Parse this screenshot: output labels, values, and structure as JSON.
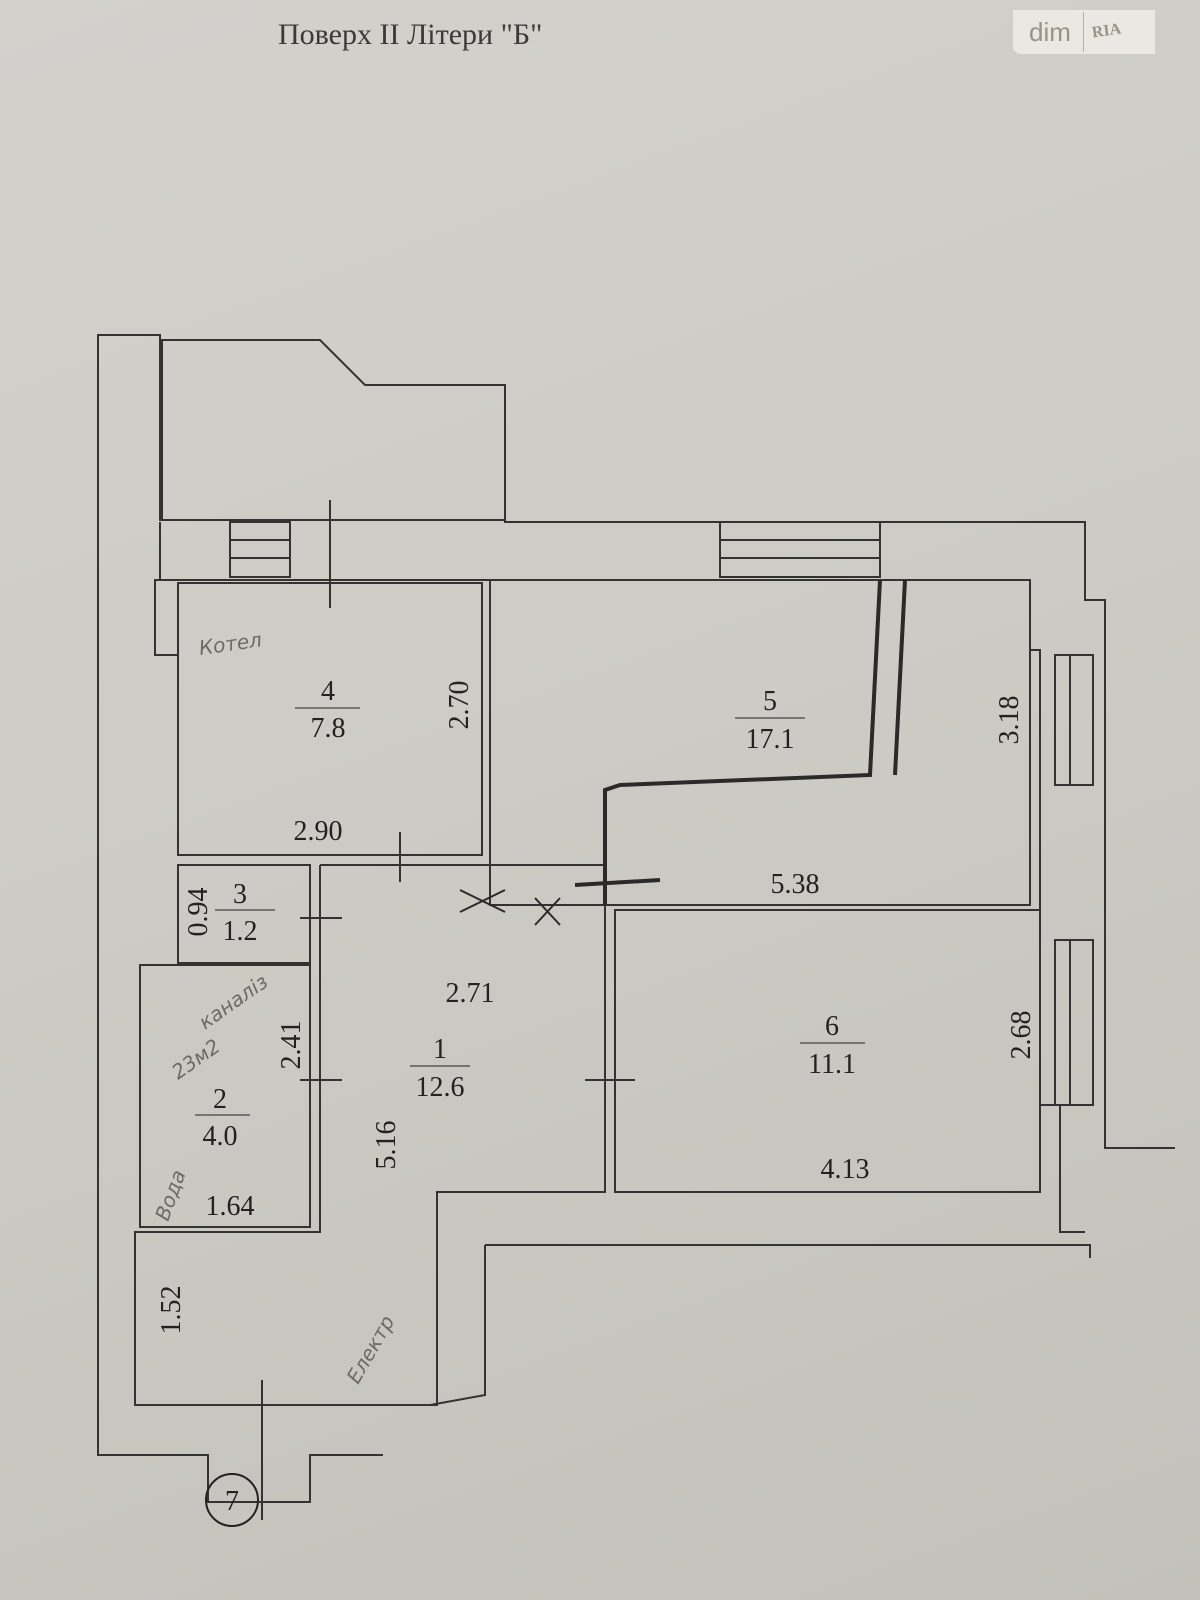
{
  "title": "Поверх II Літери \"Б\"",
  "logo": {
    "brand": "dim",
    "sub": "RIA"
  },
  "rooms": [
    {
      "number": "1",
      "area": "12.6"
    },
    {
      "number": "2",
      "area": "4.0"
    },
    {
      "number": "3",
      "area": "1.2"
    },
    {
      "number": "4",
      "area": "7.8"
    },
    {
      "number": "5",
      "area": "17.1"
    },
    {
      "number": "6",
      "area": "11.1"
    }
  ],
  "dimensions": {
    "d_2_90": "2.90",
    "d_2_70": "2.70",
    "d_5_38": "5.38",
    "d_3_18": "3.18",
    "d_0_94": "0.94",
    "d_2_71": "2.71",
    "d_2_41": "2.41",
    "d_5_16": "5.16",
    "d_2_68": "2.68",
    "d_4_13": "4.13",
    "d_1_64": "1.64",
    "d_1_52": "1.52"
  },
  "handwritten": {
    "boiler": "Котел",
    "sewer": "каналіз",
    "water": "Вода",
    "area_note": "23м2",
    "electric": "Електр"
  },
  "marker": "7"
}
